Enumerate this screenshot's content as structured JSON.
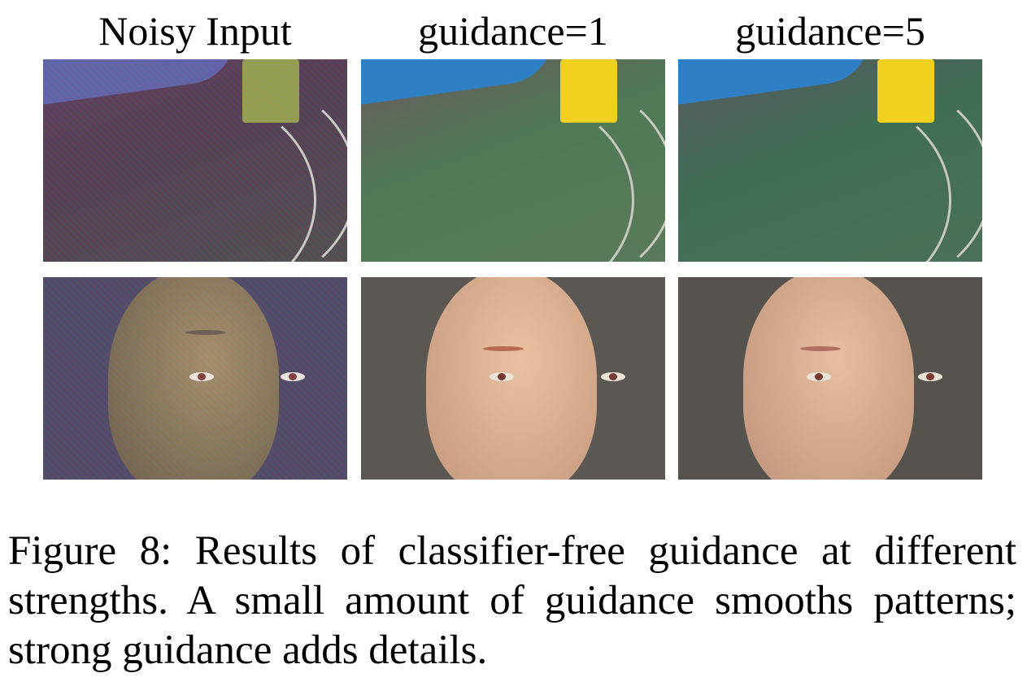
{
  "figure": {
    "column_headers": [
      "Noisy Input",
      "guidance=1",
      "guidance=5"
    ],
    "rows": [
      {
        "scene": "toy train track with yellow block",
        "images": [
          "noisy-train",
          "train-guidance-1",
          "train-guidance-5"
        ]
      },
      {
        "scene": "synthetic human face",
        "images": [
          "noisy-face",
          "face-guidance-1",
          "face-guidance-5"
        ]
      }
    ],
    "caption": "Figure 8: Results of classifier-free guidance at different strengths. A small amount of guidance smooths patterns; strong guidance adds details."
  }
}
